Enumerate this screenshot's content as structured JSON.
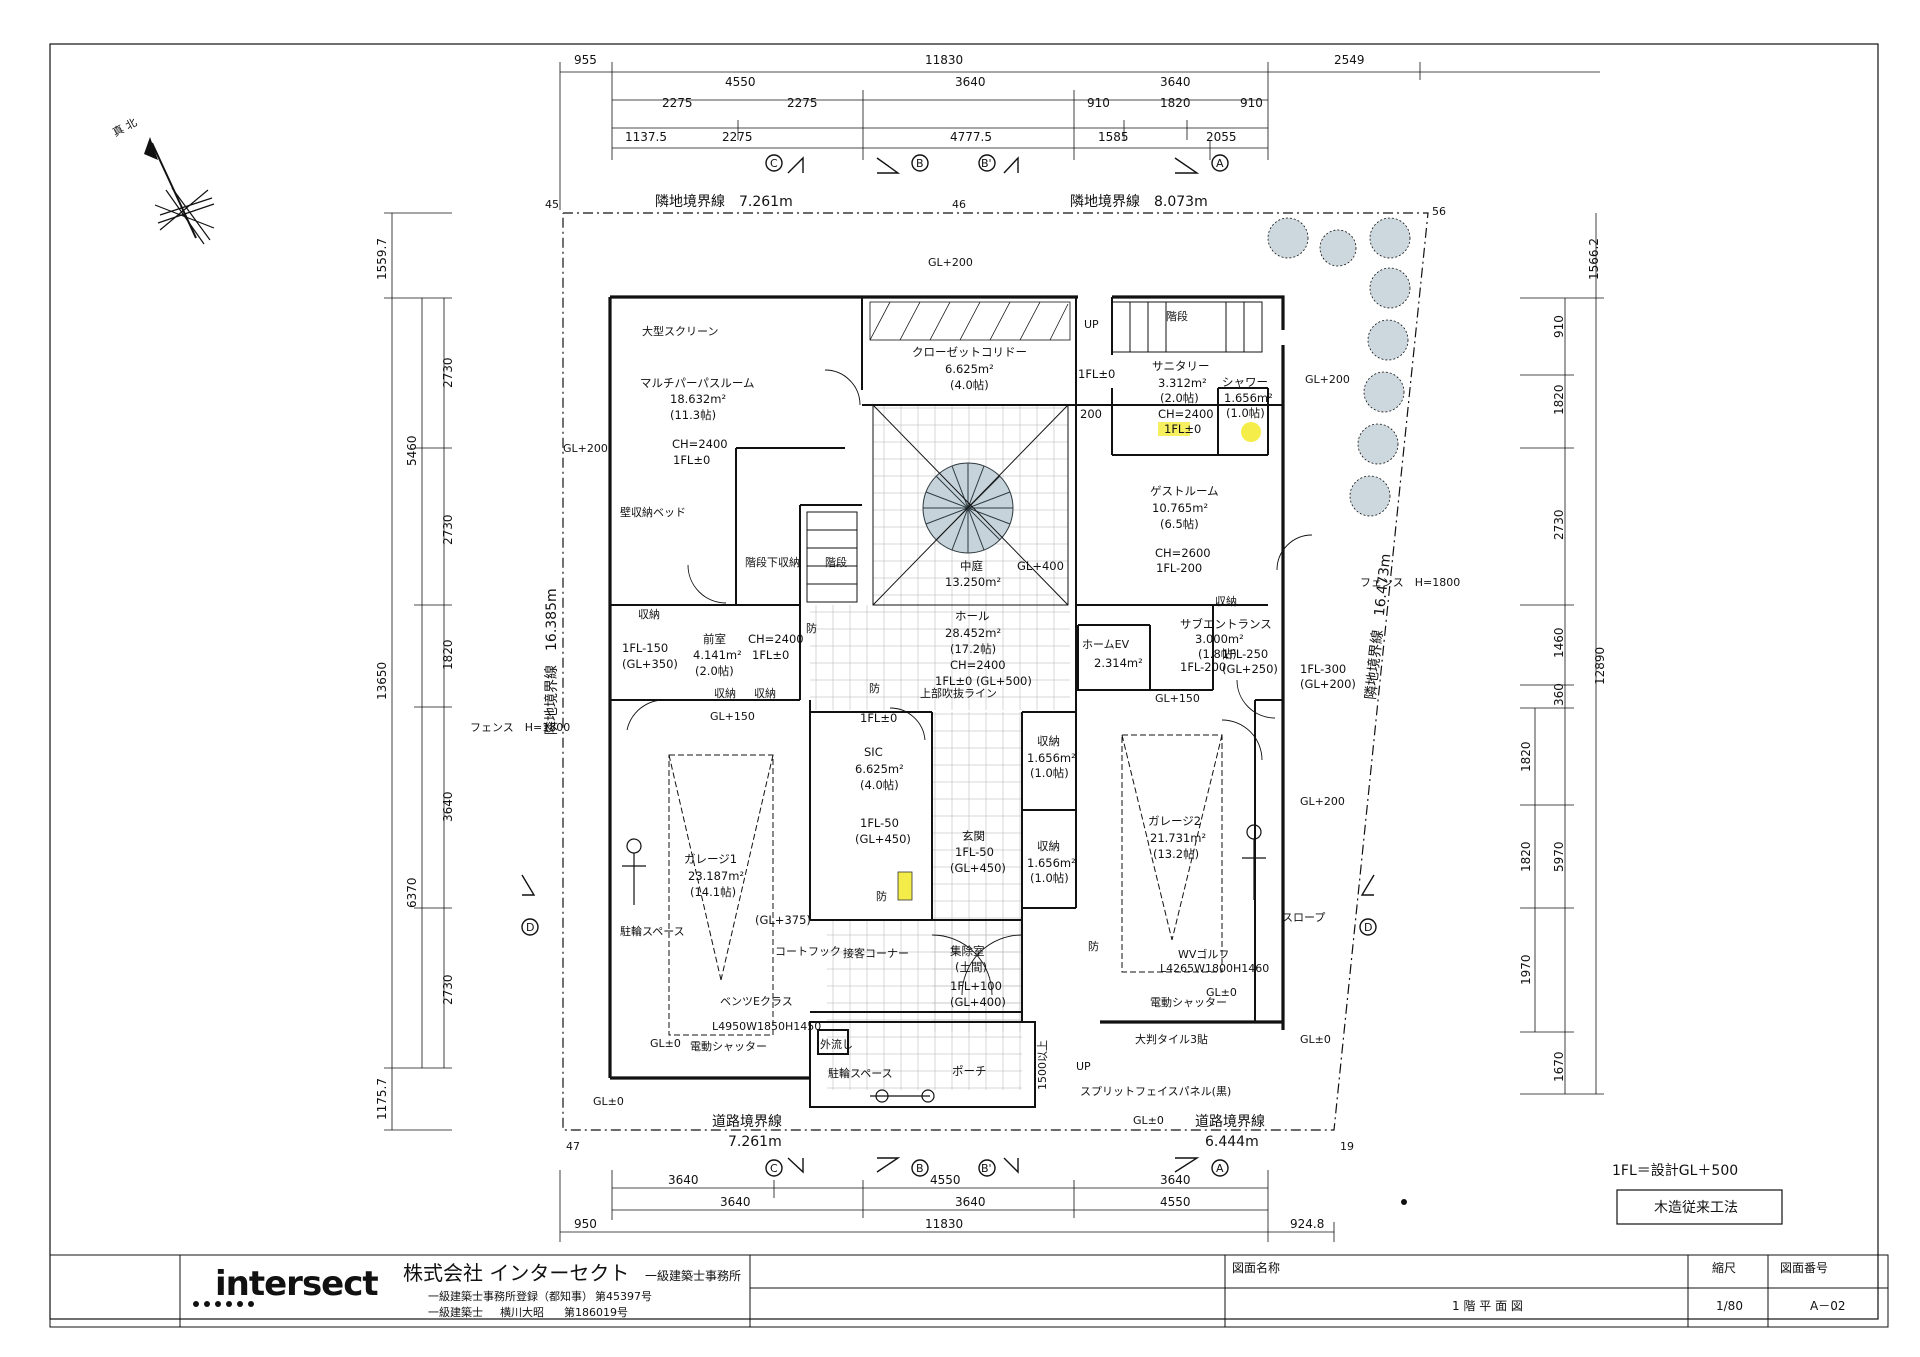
{
  "north_label": "真 北",
  "dims_top": {
    "row1": [
      "955",
      "11830",
      "2549"
    ],
    "row2": [
      "4550",
      "3640",
      "3640"
    ],
    "row3": [
      "2275",
      "2275",
      "910",
      "1820",
      "910"
    ],
    "row4": [
      "1137.5",
      "2275",
      "4777.5",
      "1585",
      "2055"
    ]
  },
  "dims_bottom": {
    "row1": [
      "3640",
      "4550",
      "3640",
      "3640"
    ],
    "row2": [
      "4550",
      "3640"
    ],
    "row3": [
      "950",
      "11830",
      "924.8"
    ]
  },
  "dims_left": {
    "outer": [
      "1559.7",
      "13650",
      "1175.7"
    ],
    "mid": [
      "5460",
      "6370"
    ],
    "inner": [
      "2730",
      "2730",
      "1820",
      "3640",
      "2730"
    ]
  },
  "dims_right": {
    "outer": [
      "1566.2",
      "12890"
    ],
    "inner": [
      "910",
      "1820",
      "2730",
      "1460",
      "360",
      "1820",
      "1820",
      "1970",
      "1670"
    ],
    "mid": [
      "5970"
    ]
  },
  "section_marks": [
    "C",
    "B",
    "B'",
    "A",
    "D",
    "D"
  ],
  "boundaries": {
    "north_left": "隣地境界線　7.261m",
    "north_right": "隣地境界線　8.073m",
    "west": "隣地境界線　16.385m",
    "east": "隣地境界線　16.473m",
    "south_left_title": "道路境界線",
    "south_left_len": "7.261m",
    "south_right_title": "道路境界線",
    "south_right_len": "6.444m"
  },
  "points": [
    "45",
    "46",
    "56",
    "47",
    "19"
  ],
  "rooms": [
    {
      "name": "マルチパーパスルーム",
      "area": "18.632m²",
      "tatami": "(11.3帖)",
      "ch": "CH=2400",
      "fl": "1FL±0"
    },
    {
      "name": "クローゼットコリドー",
      "area": "6.625m²",
      "tatami": "(4.0帖)"
    },
    {
      "name": "サニタリー",
      "area": "3.312m²",
      "tatami": "(2.0帖)",
      "ch": "CH=2400",
      "fl": "1FL±0"
    },
    {
      "name": "シャワー",
      "area": "1.656m²",
      "tatami": "(1.0帖)"
    },
    {
      "name": "ゲストルーム",
      "area": "10.765m²",
      "tatami": "(6.5帖)",
      "ch": "CH=2600",
      "fl": "1FL-200"
    },
    {
      "name": "中庭",
      "area": "13.250m²",
      "level": "GL+400"
    },
    {
      "name": "ホール",
      "area": "28.452m²",
      "tatami": "(17.2帖)",
      "ch": "CH=2400",
      "fl": "1FL±0 (GL+500)"
    },
    {
      "name": "前室",
      "area": "4.141m²",
      "tatami": "(2.0帖)",
      "ch": "CH=2400",
      "fl": "1FL±0"
    },
    {
      "name": "サブエントランス",
      "area": "3.000m²",
      "tatami": "(1.8帖)",
      "fl": "1FL-200"
    },
    {
      "name": "SIC",
      "area": "6.625m²",
      "tatami": "(4.0帖)"
    },
    {
      "name": "ガレージ1",
      "area": "23.187m²",
      "tatami": "(14.1帖)"
    },
    {
      "name": "ガレージ2",
      "area": "21.731m²",
      "tatami": "(13.2帖)"
    },
    {
      "name": "玄関",
      "fl": "1FL-50",
      "gl": "(GL+450)"
    },
    {
      "name": "集除室",
      "sub": "(土間)",
      "fl": "1FL+100",
      "gl": "(GL+400)"
    },
    {
      "name": "ポーチ"
    }
  ],
  "storage": {
    "s1_name": "収納",
    "s1_area": "1.656m²",
    "s1_tatami": "(1.0帖)",
    "s2_name": "収納",
    "s2_area": "1.656m²",
    "s2_tatami": "(1.0帖)",
    "ev_name": "ホームEV",
    "ev_area": "2.314m²"
  },
  "annotations": {
    "big_screen": "大型スクリーン",
    "wall_bed": "壁収納ベッド",
    "under_stair": "階段下収納",
    "stair": "階段",
    "stair2": "階段",
    "storage_a": "収納",
    "storage_b": "収納",
    "storage_c": "収納",
    "storage_d": "収納",
    "upper_ceiling": "上部吹抜ライン",
    "fence_left": "フェンス　H=1800",
    "fence_right": "フェンス　H=1800",
    "bike_left": "駐輪スペース",
    "bike_bottom": "駐輪スペース",
    "car_left": "ベンツEクラス",
    "car_left_size": "L4950W1850H1450",
    "car_right": "WVゴルフ",
    "car_right_size": "L4265W1800H1460",
    "shutter_left": "電動シャッター",
    "shutter_right": "電動シャッター",
    "tile": "大判タイル3貼",
    "split_face": "スプリットフェイスパネル(黒)",
    "slope": "スロープ",
    "coat_hook": "コートフック",
    "guest_corner": "接客コーナー",
    "wash": "外流し",
    "porch_height": "1500以上",
    "up": "UP",
    "fl_1fl0": "1FL±0",
    "fl_200": "200",
    "fl_m150": "1FL-150",
    "fl_gl350": "(GL+350)",
    "fl_m250": "1FL-250",
    "fl_gl250": "(GL+250)",
    "fl_m300": "1FL-300",
    "fl_gl200": "(GL+200)",
    "fl_sic": "1FL±0",
    "fl_m50": "1FL-50",
    "fl_gl450": "(GL+450)",
    "fl_gl375": "(GL+375)",
    "bo": "防"
  },
  "gl": {
    "g1": "GL+200",
    "g2": "GL+200",
    "g3": "GL+200",
    "g4": "GL+200",
    "g5": "GL+150",
    "g6": "GL+150",
    "g7": "GL±0",
    "g8": "GL±0",
    "g9": "GL±0",
    "g10": "GL±0",
    "g11": "GL±0"
  },
  "notes": {
    "fl_note": "1FL＝設計GL＋500",
    "method": "木造従来工法"
  },
  "title_block": {
    "logo": "intersect",
    "company": "株式会社 インターセクト",
    "office": "一級建築士事務所",
    "reg_label": "一級建築士事務所登録（都知事）",
    "reg_no": "第45397号",
    "arch_label": "一級建築士",
    "arch_name": "横川大昭",
    "arch_no": "第186019号",
    "drawing_name_label": "図面名称",
    "drawing_name": "1 階 平 面 図",
    "scale_label": "縮尺",
    "scale": "1/80",
    "number_label": "図面番号",
    "number": "A－02"
  },
  "colors": {
    "line": "#111111",
    "tree_fill": "#cdd8de",
    "highlight": "#f3ea2a"
  }
}
